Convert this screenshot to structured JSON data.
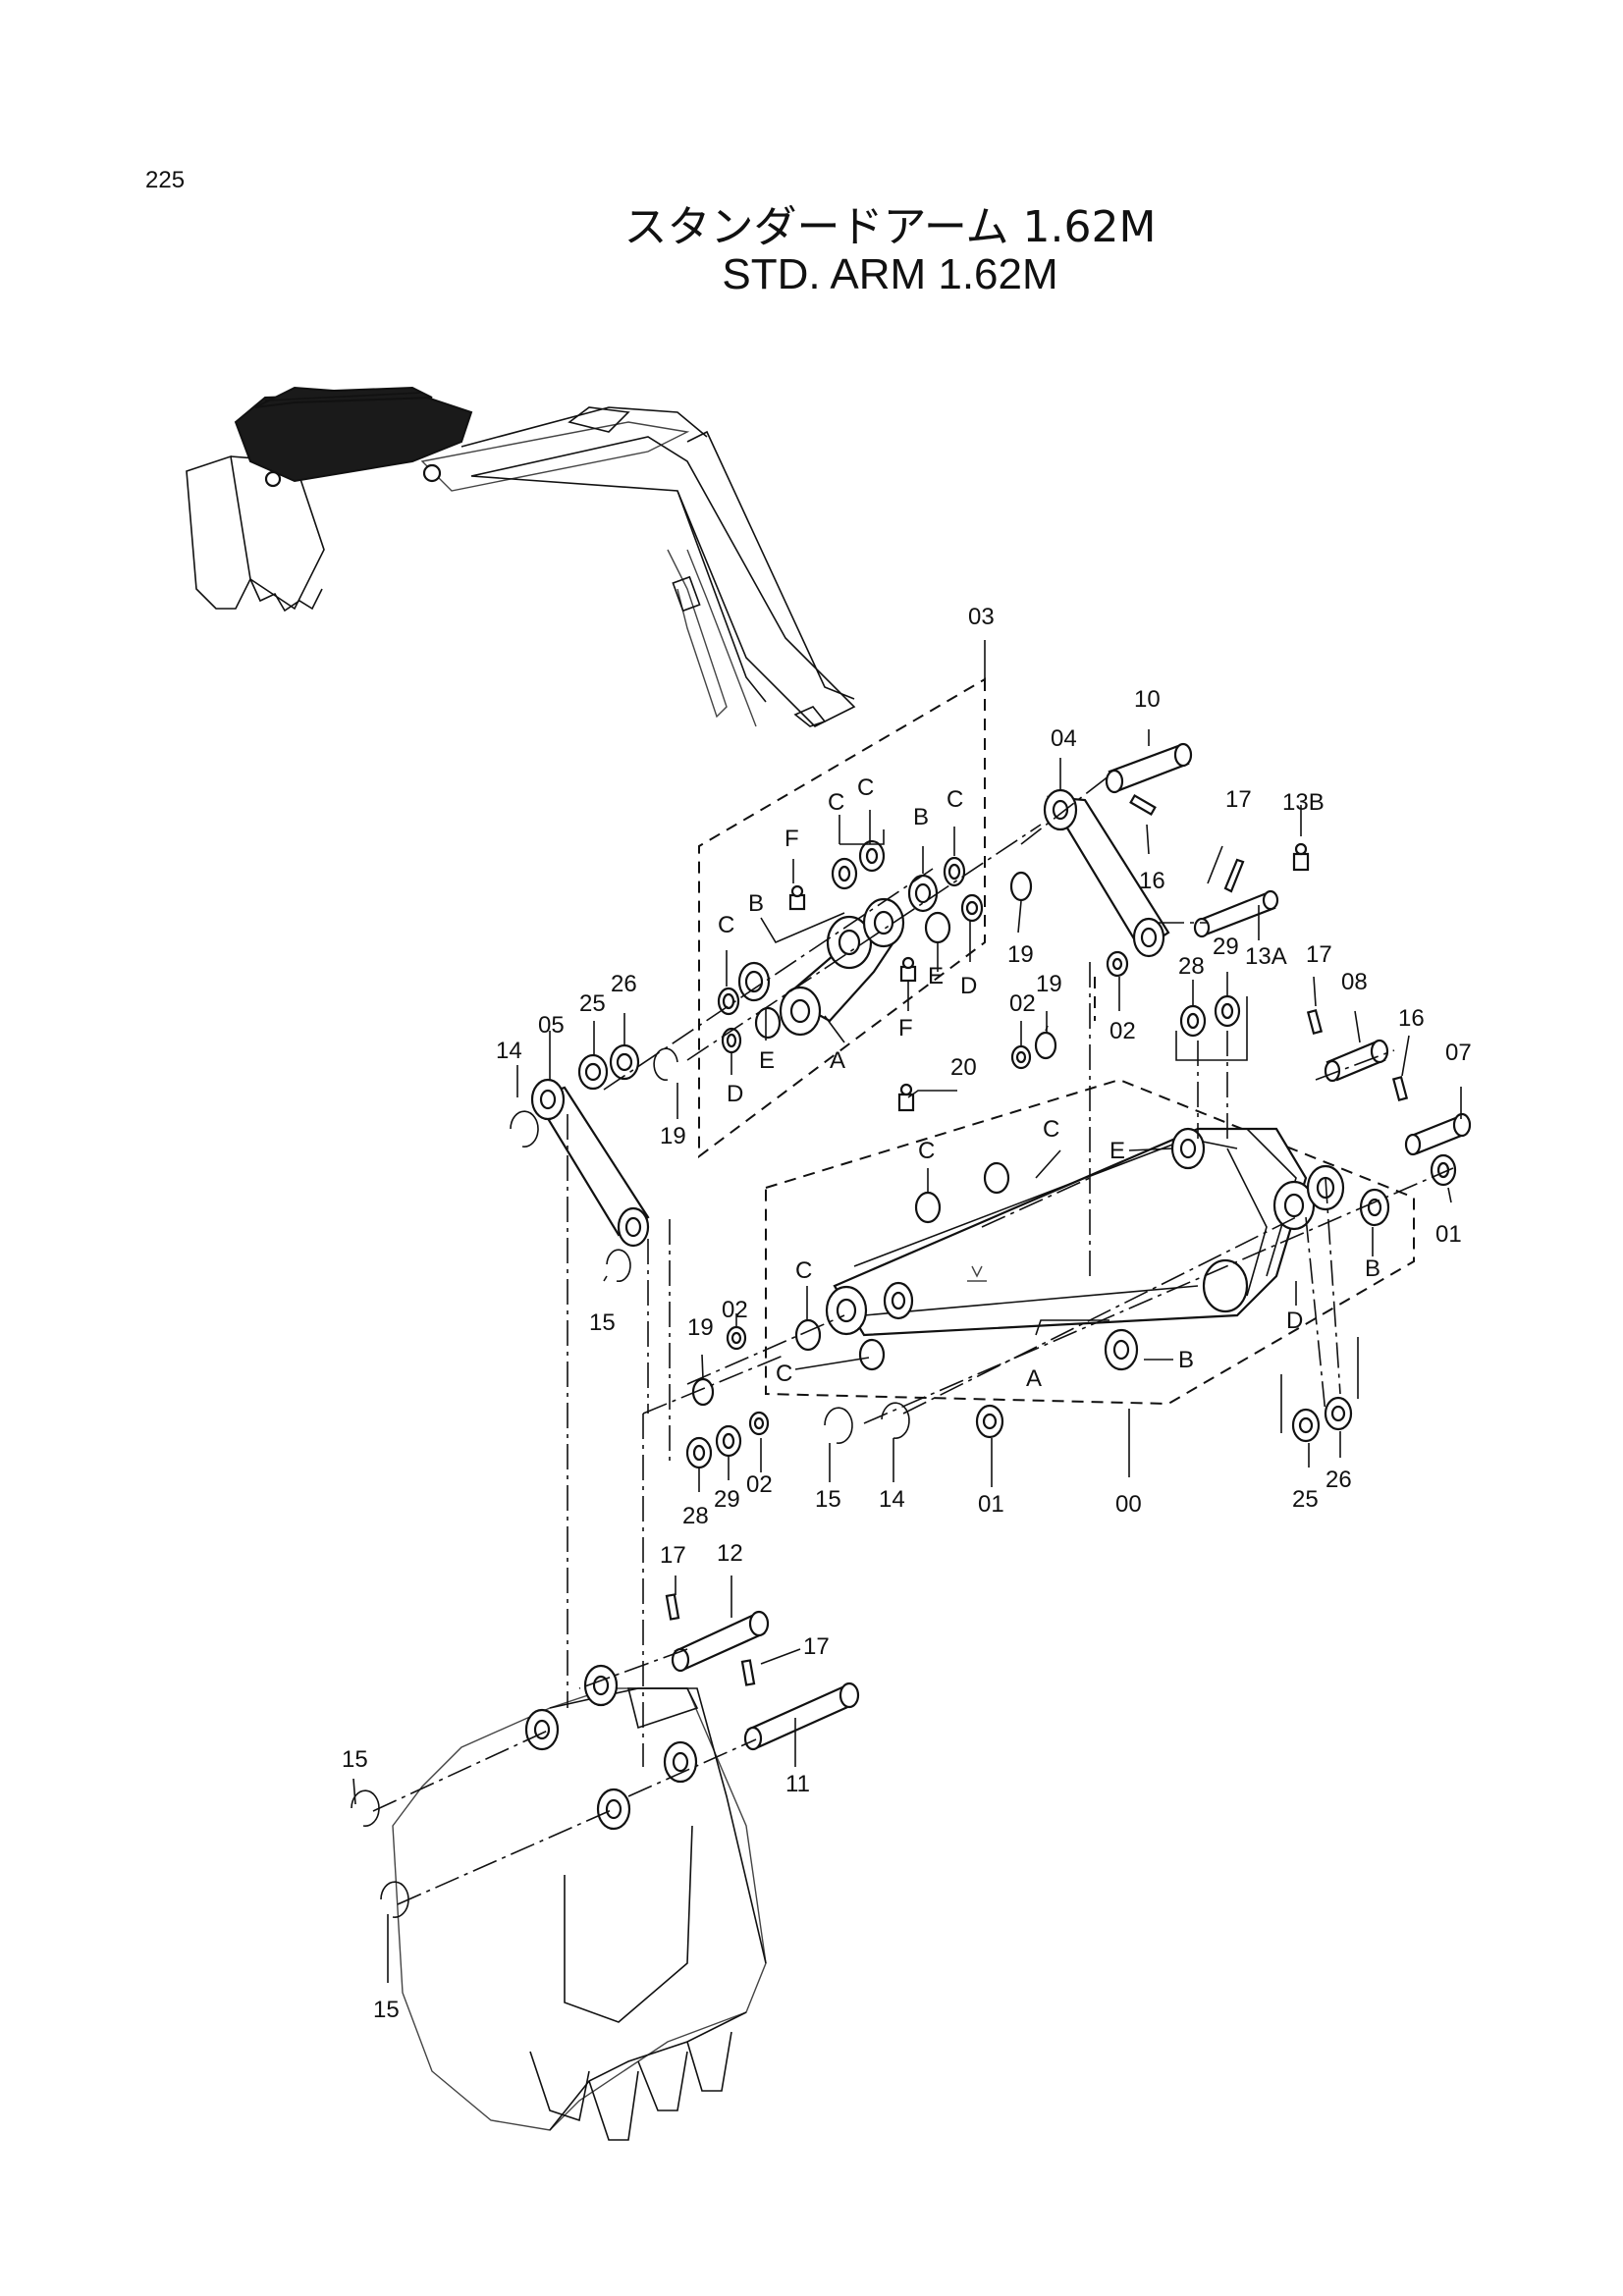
{
  "page_number": "225",
  "title_ja": "スタンダードアーム 1.62M",
  "title_en": "STD. ARM 1.62M",
  "callouts": {
    "c03": "03",
    "c10": "10",
    "c04": "04",
    "c17a": "17",
    "c13b": "13B",
    "c16a": "16",
    "c13a": "13A",
    "c19a": "19",
    "c02a": "02",
    "c28a": "28",
    "c29a": "29",
    "cC1": "C",
    "cC2": "C",
    "cB1": "B",
    "cC3": "C",
    "cF1": "F",
    "cB2": "B",
    "cC4": "C",
    "c25a": "25",
    "c26a": "26",
    "cE1": "E",
    "cD1": "D",
    "cF2": "F",
    "cE2": "E",
    "cD2": "D",
    "cA1": "A",
    "c14a": "14",
    "c05": "05",
    "c19b": "19",
    "c20": "20",
    "c02b": "02",
    "c19c": "19",
    "c17b": "17",
    "c08": "08",
    "c16b": "16",
    "c07": "07",
    "cE3": "E",
    "cC5": "C",
    "cC6": "C",
    "c01a": "01",
    "cB3": "B",
    "cD3": "D",
    "c15a": "15",
    "c19d": "19",
    "c02c": "02",
    "cC7": "C",
    "cC8": "C",
    "cA2": "A",
    "cB4": "B",
    "c28b": "28",
    "c29b": "29",
    "c02d": "02",
    "c15b": "15",
    "c14b": "14",
    "c01b": "01",
    "c00": "00",
    "c25b": "25",
    "c26b": "26",
    "c17c": "17",
    "c12": "12",
    "c17d": "17",
    "c11": "11",
    "c15c": "15",
    "c15d": "15"
  }
}
